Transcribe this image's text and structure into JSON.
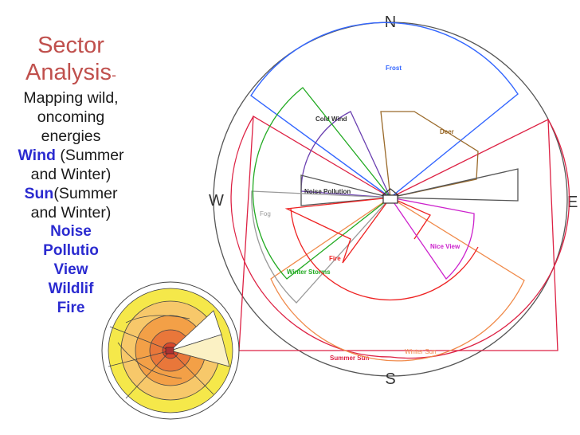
{
  "left_text": {
    "title_line1": "Sector",
    "title_line2": "Analysis",
    "title_dash": "-",
    "line1": "Mapping wild,",
    "line2": "oncoming",
    "line3": "energies",
    "wind_kw": "Wind",
    "wind_rest": " (Summer",
    "wind_line2": "and Winter)",
    "sun_kw": "Sun",
    "sun_rest": "(Summer",
    "sun_line2": "and Winter)",
    "item_noise1": "Noise",
    "item_noise2": "Pollutio",
    "item_view": "View",
    "item_wildlife": "Wildlif",
    "item_fire": "Fire"
  },
  "compass": {
    "north": "N",
    "south": "S",
    "east": "E",
    "west": "W"
  },
  "sectors": {
    "frost": {
      "label": "Frost",
      "color": "#3366ff"
    },
    "cold_wind": {
      "label": "Cold Wind",
      "color": "#6a3fb0"
    },
    "deer": {
      "label": "Deer",
      "color": "#9a6a2a"
    },
    "noise_pollution": {
      "label": "Noise Pollution",
      "color": "#555555"
    },
    "fog": {
      "label": "Fog",
      "color": "#999999"
    },
    "fire": {
      "label": "Fire",
      "color": "#ee2222"
    },
    "winter_storms": {
      "label": "Winter Storms",
      "color": "#22aa22"
    },
    "nice_view": {
      "label": "Nice View",
      "color": "#cc22cc"
    },
    "summer_sun": {
      "label": "Summer Sun",
      "color": "#dd2244"
    },
    "winter_sun": {
      "label": "Winter Sun",
      "color": "#f08a4a"
    }
  }
}
